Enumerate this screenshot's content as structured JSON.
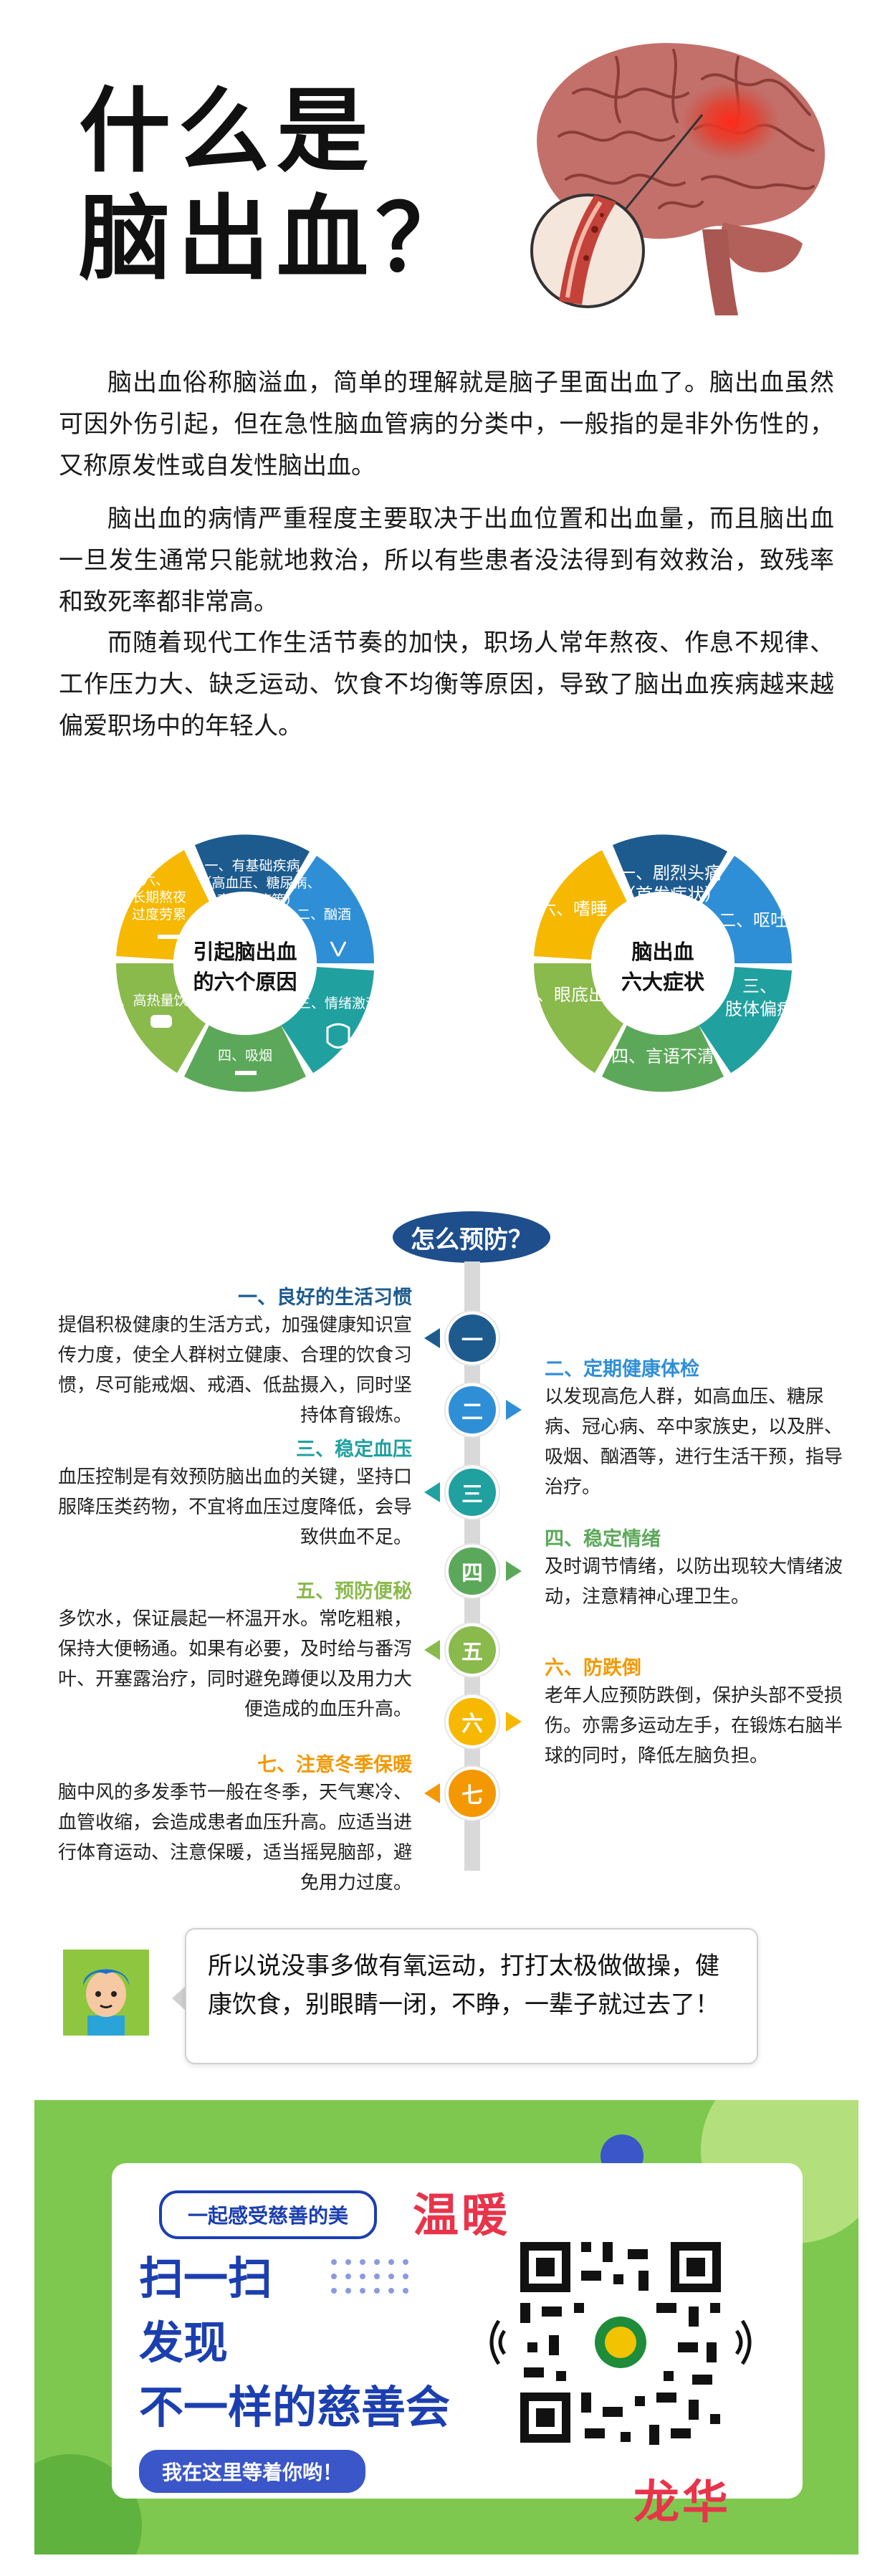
{
  "header": {
    "title_line1": "什么是",
    "title_line2": "脑出血？"
  },
  "intro": {
    "p1": "脑出血俗称脑溢血，简单的理解就是脑子里面出血了。脑出血虽然可因外伤引起，但在急性脑血管病的分类中，一般指的是非外伤性的，又称原发性或自发性脑出血。",
    "p2": "脑出血的病情严重程度主要取决于出血位置和出血量，而且脑出血一旦发生通常只能就地救治，所以有些患者没法得到有效救治，致残率和致死率都非常高。",
    "p3": "而随着现代工作生活节奏的加快，职场人常年熬夜、作息不规律、工作压力大、缺乏运动、饮食不均衡等原因，导致了脑出血疾病越来越偏爱职场中的年轻人。"
  },
  "causes": {
    "center_line1": "引起脑出血",
    "center_line2": "的六个原因",
    "s1_l1": "一、有基础疾病",
    "s1_l2": "（高血压、糖尿病、",
    "s1_l3": "高脂血症等）",
    "s2": "二、酗酒",
    "s3": "三、情绪激动",
    "s4": "四、吸烟",
    "s5": "五、高热量饮食",
    "s6_l1": "六、",
    "s6_l2": "长期熬夜",
    "s6_l3": "过度劳累"
  },
  "symptoms": {
    "center_line1": "脑出血",
    "center_line2": "六大症状",
    "s1_l1": "一、剧烈头痛",
    "s1_l2": "（首发症状）",
    "s2": "二、呕吐",
    "s3_l1": "三、",
    "s3_l2": "肢体偏瘫",
    "s4": "四、言语不清",
    "s5": "五、眼底出血",
    "s6": "六、嗜睡"
  },
  "prevention": {
    "title": "怎么预防？",
    "steps": [
      {
        "num": "一",
        "head": "一、良好的生活习惯",
        "body": "提倡积极健康的生活方式，加强健康知识宣传力度，使全人群树立健康、合理的饮食习惯，尽可能戒烟、戒酒、低盐摄入，同时坚持体育锻炼。"
      },
      {
        "num": "二",
        "head": "二、定期健康体检",
        "body": "以发现高危人群，如高血压、糖尿病、冠心病、卒中家族史，以及胖、吸烟、酗酒等，进行生活干预，指导治疗。"
      },
      {
        "num": "三",
        "head": "三、稳定血压",
        "body": "血压控制是有效预防脑出血的关键，坚持口服降压类药物，不宜将血压过度降低，会导致供血不足。"
      },
      {
        "num": "四",
        "head": "四、稳定情绪",
        "body": "及时调节情绪，以防出现较大情绪波动，注意精神心理卫生。"
      },
      {
        "num": "五",
        "head": "五、预防便秘",
        "body": "多饮水，保证晨起一杯温开水。常吃粗粮，保持大便畅通。如果有必要，及时给与番泻叶、开塞露治疗，同时避免蹲便以及用力大便造成的血压升高。"
      },
      {
        "num": "六",
        "head": "六、防跌倒",
        "body": "老年人应预防跌倒，保护头部不受损伤。亦需多运动左手，在锻炼右脑半球的同时，降低左脑负担。"
      },
      {
        "num": "七",
        "head": "七、注意冬季保暖",
        "body": "脑中风的多发季节一般在冬季，天气寒冷、血管收缩，会造成患者血压升高。应适当进行体育运动、注意保暖，适当摇晃脑部，避免用力过度。"
      }
    ]
  },
  "bubble": {
    "text": "所以说没事多做有氧运动，打打太极做做操，健康饮食，别眼睛一闭，不睁，一辈子就过去了！"
  },
  "charity": {
    "tag": "一起感受慈善的美",
    "warm": "温暖",
    "line1": "扫一扫",
    "line2": "发现",
    "line3": "不一样的慈善会",
    "bottom_pill": "我在这里等着你哟！",
    "place": "龙华"
  },
  "colors": {
    "navy": "#1d5b8f",
    "blue": "#2f8fd6",
    "teal": "#21a0a0",
    "green": "#5ca85a",
    "lime": "#8ab94c",
    "yellow": "#f6b800",
    "orange": "#f39800",
    "title_blue": "#1e4e8c"
  }
}
